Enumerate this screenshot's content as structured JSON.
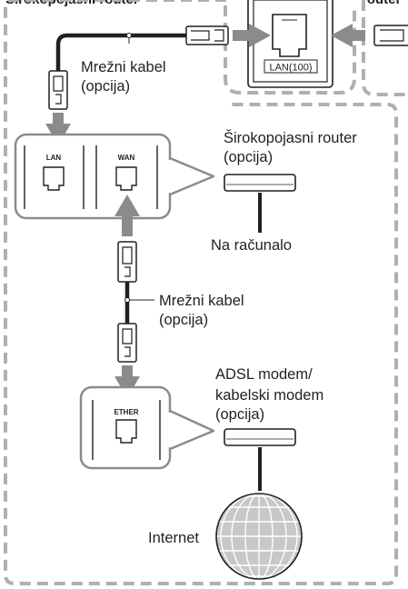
{
  "header": {
    "left_title": "Širokopojasni router",
    "right_title": "router"
  },
  "device": {
    "lan_port_label": "LAN(100)"
  },
  "router_panel": {
    "lan_port": "LAN",
    "wan_port": "WAN"
  },
  "modem_panel": {
    "ether_port": "ETHER"
  },
  "labels": {
    "cable_top_line1": "Mrežni kabel",
    "cable_top_line2": "(opcija)",
    "router_line1": "Širokopojasni router",
    "router_line2": "(opcija)",
    "computer": "Na računalo",
    "cable_bottom_line1": "Mrežni kabel",
    "cable_bottom_line2": "(opcija)",
    "modem_line1": "ADSL modem/",
    "modem_line2": "kabelski modem",
    "modem_line3": "(opcija)",
    "internet": "Internet"
  },
  "colors": {
    "arrow": "#8a8b8d",
    "dashed_border": "#aeb0b2",
    "cable": "#231f20",
    "globe": "#c6c8ca"
  }
}
